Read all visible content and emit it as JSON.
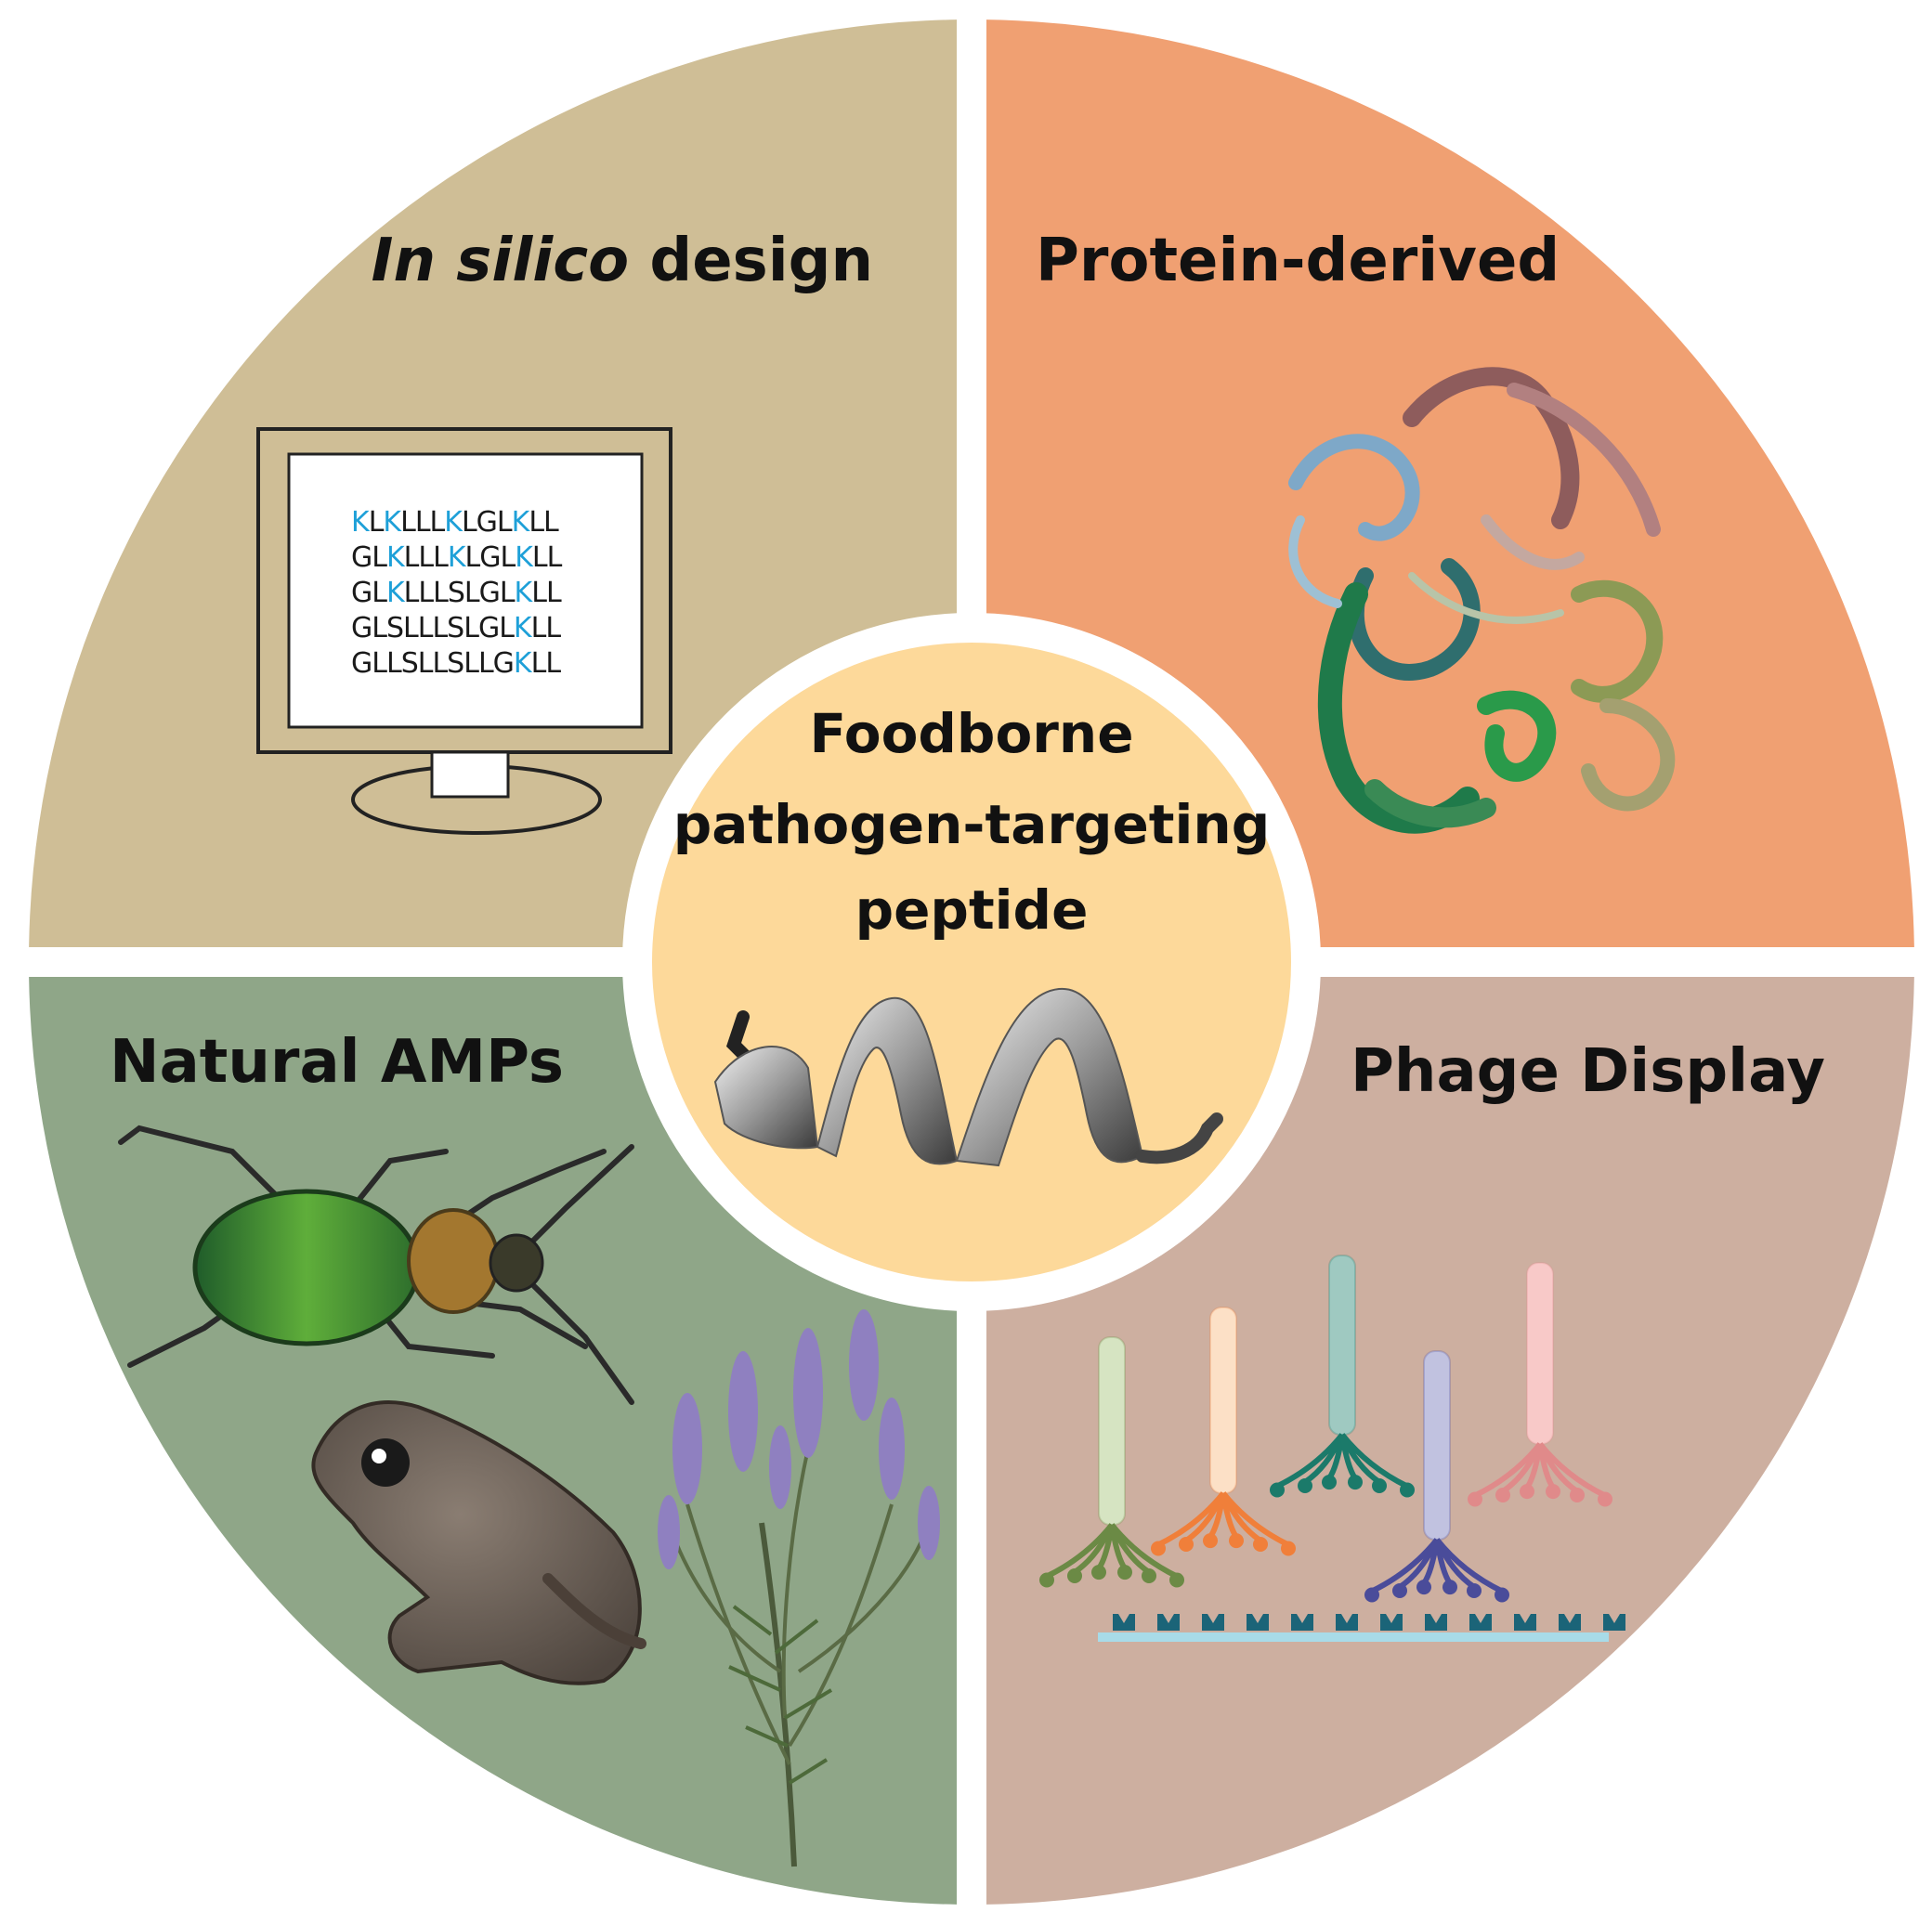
{
  "center": {
    "lines": [
      "Foodborne",
      "pathogen-targeting",
      "peptide"
    ],
    "fill": "#fdd99a"
  },
  "quadrants": [
    {
      "key": "in_silico",
      "title_italic": "In silico",
      "title_rest": " design",
      "fill": "#cfbe96"
    },
    {
      "key": "protein",
      "title": "Protein-derived",
      "fill": "#f0a072"
    },
    {
      "key": "natural",
      "title": "Natural AMPs",
      "fill": "#8fa688"
    },
    {
      "key": "phage",
      "title": "Phage Display",
      "fill": "#cdafa0"
    }
  ],
  "sequences": [
    {
      "text": "KLKLLLKLGLKLL",
      "highlight": [
        0,
        2,
        6,
        10
      ]
    },
    {
      "text": "GLKLLLKLGLKLL",
      "highlight": [
        2,
        6,
        10
      ]
    },
    {
      "text": "GLKLLLSLGLKLL",
      "highlight": [
        2,
        10
      ]
    },
    {
      "text": "GLSLLLSLGLKLL",
      "highlight": [
        10
      ]
    },
    {
      "text": "GLLSLLSLLGKLL",
      "highlight": [
        10
      ]
    }
  ],
  "colors": {
    "highlight": "#1ea0d8",
    "divider": "#ffffff",
    "phage_colors": [
      "#d6e4c2",
      "#fce0c6",
      "#9fc9c1",
      "#c1c2e0",
      "#f8c9c8"
    ],
    "phage_tail_colors": [
      "#6b8a45",
      "#f07f3a",
      "#1b7a6a",
      "#4a4c9a",
      "#e08a8a"
    ],
    "surface": "#a8dbe8",
    "receptor": "#1b6478"
  }
}
